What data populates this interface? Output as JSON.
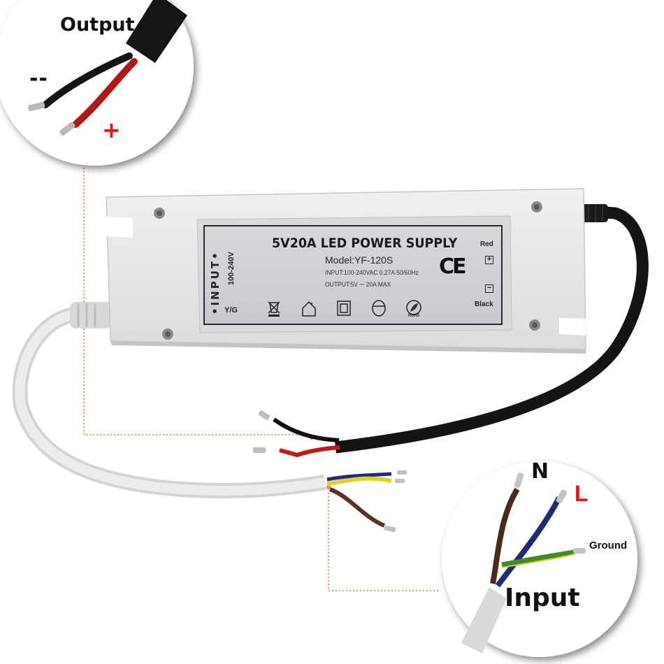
{
  "image": {
    "description": "Product photo of a white LED power supply with black DC output cable and white AC input cable, with two circular callouts explaining wiring",
    "background": "#ffffff"
  },
  "callouts": {
    "output": {
      "title": "Output",
      "negative_label": "--",
      "positive_label": "+",
      "wires": [
        {
          "polarity": "negative",
          "color": "#151515"
        },
        {
          "polarity": "positive",
          "color": "#c4191b"
        }
      ]
    },
    "input": {
      "title": "Input",
      "neutral_label": "N",
      "live_label": "L",
      "ground_label": "Ground",
      "wires": [
        {
          "name": "N",
          "color": "#4a2a1c"
        },
        {
          "name": "L",
          "color": "#1f2a78"
        },
        {
          "name": "Ground",
          "color": "#3f8a2a"
        }
      ]
    },
    "leader_line_color": "#e8754a"
  },
  "nameplate": {
    "title": "5V20A  LED POWER SUPPLY",
    "model": "Model:YF-120S",
    "input_spec": "INPUT:100-240VAC 0.27A 50/60Hz",
    "output_spec": "OUTPUT:5V ⎓ 20A MAX",
    "side_input_label": "•INPUT•",
    "side_voltage_range": "100-240V",
    "side_ground_label": "Y/G",
    "ce_mark": "CE",
    "red_label": "Red",
    "black_label": "Black",
    "plus_symbol": "+",
    "minus_symbol": "−",
    "icons": [
      "weee-bin-icon",
      "indoor-use-house-icon",
      "double-insulation-icon",
      "luminaire-mount-icon",
      "rohs-icon"
    ]
  },
  "colors": {
    "housing": "#e8e8e6",
    "housing_shadow": "#c9c9c7",
    "black_cable": "#141414",
    "white_cable": "#dcdcdc",
    "red_text": "#ee1111"
  }
}
